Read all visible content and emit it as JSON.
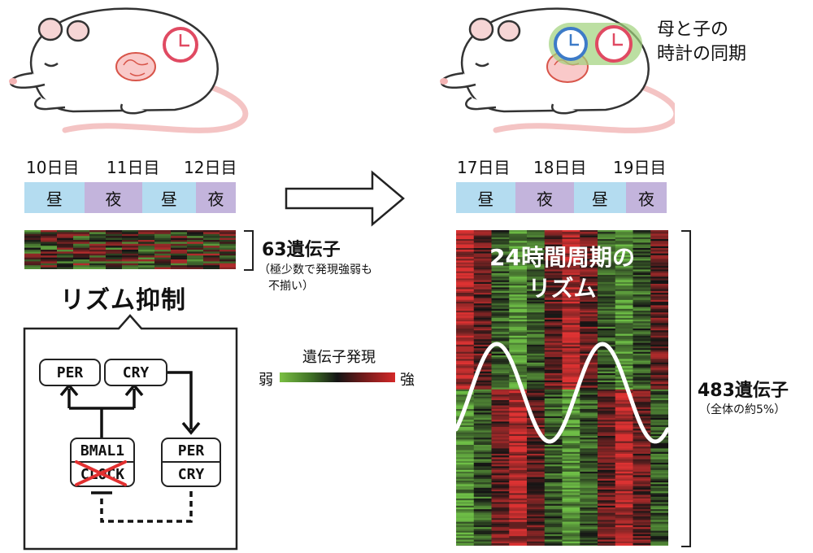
{
  "left_panel": {
    "days": [
      "10日目",
      "11日目",
      "12日目"
    ],
    "periods": [
      "昼",
      "夜",
      "昼",
      "夜"
    ],
    "gene_count": "63遺伝子",
    "gene_note_line1": "（極少数で発現強弱も",
    "gene_note_line2": "不揃い）",
    "title": "リズム抑制",
    "diagram": {
      "per_top": "PER",
      "cry_top": "CRY",
      "bmal1": "BMAL1",
      "clock": "CLOCK",
      "per_right": "PER",
      "cry_right": "CRY"
    }
  },
  "right_panel": {
    "caption_line1": "母と子の",
    "caption_line2": "時計の同期",
    "days": [
      "17日目",
      "18日目",
      "19日目"
    ],
    "periods": [
      "昼",
      "夜",
      "昼",
      "夜"
    ],
    "overlay_line1": "24時間周期の",
    "overlay_line2": "リズム",
    "gene_count": "483遺伝子",
    "gene_note": "（全体の約5%）"
  },
  "legend": {
    "title": "遺伝子発現",
    "low": "弱",
    "high": "強",
    "colors": {
      "low": "#7ac043",
      "mid": "#141414",
      "high": "#d42828"
    }
  }
}
